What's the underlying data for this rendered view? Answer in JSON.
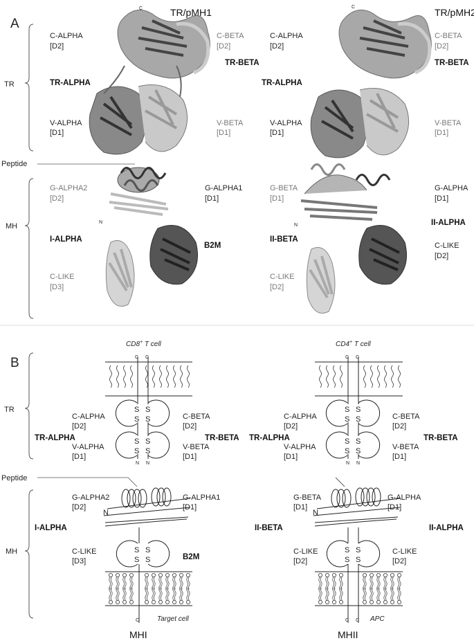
{
  "panel_a": {
    "letter": "A",
    "left_title": "TR/pMH1",
    "right_title": "TR/pMH2",
    "side": {
      "tr": "TR",
      "peptide": "Peptide",
      "mh": "MH"
    },
    "left": {
      "c_alpha": "C-ALPHA",
      "c_alpha_d": "[D2]",
      "c_beta": "C-BETA",
      "c_beta_d": "[D2]",
      "tr_beta": "TR-BETA",
      "tr_alpha": "TR-ALPHA",
      "v_alpha": "V-ALPHA",
      "v_alpha_d": "[D1]",
      "v_beta": "V-BETA",
      "v_beta_d": "[D1]",
      "g_alpha2": "G-ALPHA2",
      "g_alpha2_d": "[D2]",
      "g_alpha1": "G-ALPHA1",
      "g_alpha1_d": "[D1]",
      "i_alpha": "I-ALPHA",
      "b2m": "B2M",
      "c_like": "C-LIKE",
      "c_like_d": "[D3]",
      "n_label": "N",
      "c_label": "C"
    },
    "right": {
      "c_alpha": "C-ALPHA",
      "c_alpha_d": "[D2]",
      "c_beta": "C-BETA",
      "c_beta_d": "[D2]",
      "tr_beta": "TR-BETA",
      "tr_alpha": "TR-ALPHA",
      "v_alpha": "V-ALPHA",
      "v_alpha_d": "[D1]",
      "v_beta": "V-BETA",
      "v_beta_d": "[D1]",
      "g_beta": "G-BETA",
      "g_beta_d": "[D1]",
      "g_alpha": "G-ALPHA",
      "g_alpha_d": "[D1]",
      "ii_alpha": "II-ALPHA",
      "ii_beta": "II-BETA",
      "c_like_l": "C-LIKE",
      "c_like_l_d": "[D2]",
      "c_like_r": "C-LIKE",
      "c_like_r_d": "[D2]",
      "n_label": "N",
      "c_label": "C"
    }
  },
  "panel_b": {
    "letter": "B",
    "side": {
      "tr": "TR",
      "peptide": "Peptide",
      "mh": "MH"
    },
    "left": {
      "cell": "CD8",
      "cell_sup": "+",
      "cell_suffix": " T cell",
      "c_alpha": "C-ALPHA",
      "c_alpha_d": "[D2]",
      "c_beta": "C-BETA",
      "c_beta_d": "[D2]",
      "tr_alpha": "TR-ALPHA",
      "tr_beta": "TR-BETA",
      "v_alpha": "V-ALPHA",
      "v_alpha_d": "[D1]",
      "v_beta": "V-BETA",
      "v_beta_d": "[D1]",
      "g_alpha2": "G-ALPHA2",
      "g_alpha2_d": "[D2]",
      "g_alpha1": "G-ALPHA1",
      "g_alpha1_d": "[D1]",
      "i_alpha": "I-ALPHA",
      "b2m": "B2M",
      "c_like": "C-LIKE",
      "c_like_d": "[D3]",
      "target": "Target cell",
      "bottom": "MHI",
      "s": "S",
      "c": "C",
      "n": "N"
    },
    "right": {
      "cell": "CD4",
      "cell_sup": "+",
      "cell_suffix": " T cell",
      "c_alpha": "C-ALPHA",
      "c_alpha_d": "[D2]",
      "c_beta": "C-BETA",
      "c_beta_d": "[D2]",
      "tr_alpha": "TR-ALPHA",
      "tr_beta": "TR-BETA",
      "v_alpha": "V-ALPHA",
      "v_alpha_d": "[D1]",
      "v_beta": "V-BETA",
      "v_beta_d": "[D1]",
      "g_beta": "G-BETA",
      "g_beta_d": "[D1]",
      "g_alpha": "G-ALPHA",
      "g_alpha_d": "[D1]",
      "ii_beta": "II-BETA",
      "ii_alpha": "II-ALPHA",
      "c_like_l": "C-LIKE",
      "c_like_l_d": "[D2]",
      "c_like_r": "C-LIKE",
      "c_like_r_d": "[D2]",
      "target": "APC",
      "bottom": "MHII",
      "s": "S",
      "c": "C",
      "n": "N"
    }
  }
}
